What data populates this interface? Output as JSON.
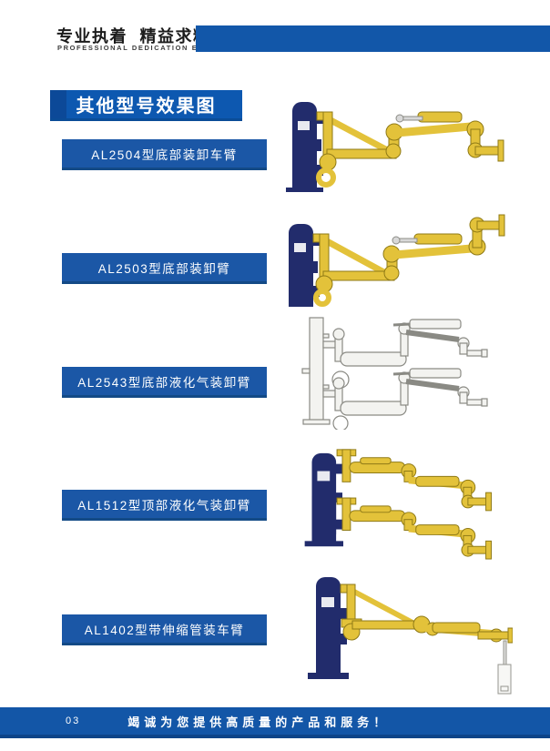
{
  "header": {
    "slogan_cn": "专业执着 精益求精",
    "slogan_en": "PROFESSIONAL DEDICATION EXCELLENCE"
  },
  "section_title": "其他型号效果图",
  "products": [
    {
      "model": "AL2504",
      "label": "AL2504型底部装卸车臂"
    },
    {
      "model": "AL2503",
      "label": "AL2503型底部装卸臂"
    },
    {
      "model": "AL2543",
      "label": "AL2543型底部液化气装卸臂"
    },
    {
      "model": "AL1512",
      "label": "AL1512型顶部液化气装卸臂"
    },
    {
      "model": "AL1402",
      "label": "AL1402型带伸缩管装车臂"
    }
  ],
  "footer": {
    "page_number": "03",
    "message": "竭诚为您提供高质量的产品和服务！"
  },
  "colors": {
    "header_bar": "#1257a9",
    "title_box": "#0d58b0",
    "label_box": "#1b57a6",
    "footer_bar": "#1356a7",
    "arm_yellow": "#e3c23a",
    "post_navy": "#222c6c",
    "lineart_gray": "#8a8a84"
  }
}
